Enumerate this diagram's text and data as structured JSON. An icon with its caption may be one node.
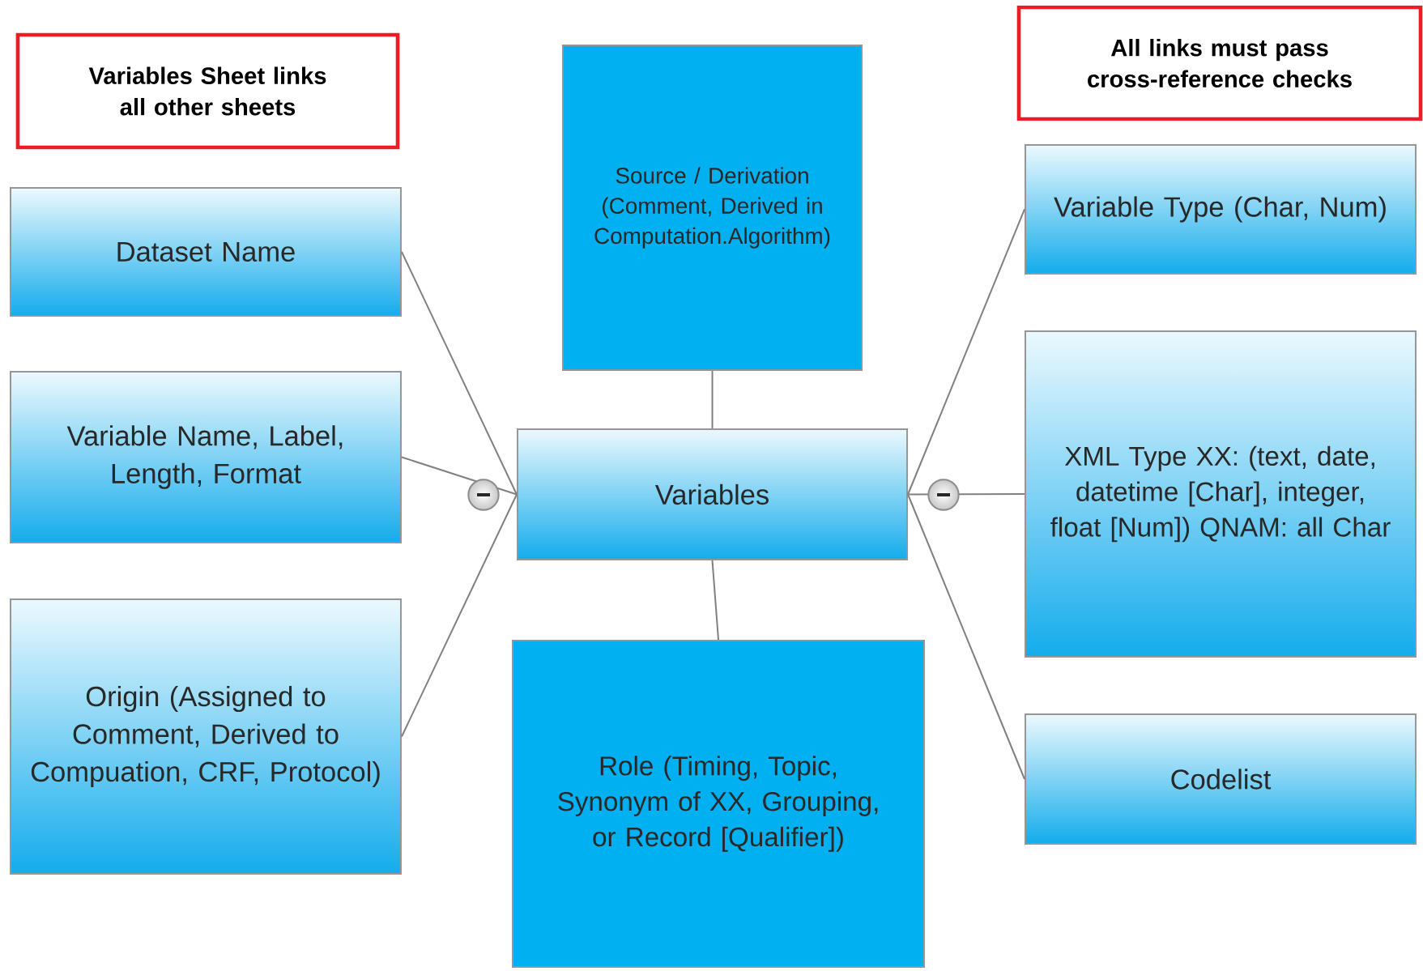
{
  "diagram": {
    "nodes": [
      {
        "text": [
          "Variables Sheet links all other sheets"
        ]
      },
      {
        "text": [
          "All links must pass cross-reference checks"
        ]
      },
      {
        "text": [
          "Source / Derivation (Comment, Derived in Computation.Algorithm)"
        ]
      },
      {
        "text": [
          "Dataset Name"
        ]
      },
      {
        "text": [
          "Variable Name, Label, Length, Format"
        ]
      },
      {
        "text": [
          "Origin (Assigned to Comment, Derived to Compuation, CRF, Protocol)"
        ]
      },
      {
        "text": [
          "Variables"
        ]
      },
      {
        "text": [
          "Role (Timing, Topic, Synonym of XX, Grouping, or Record [Qualifier])"
        ]
      },
      {
        "text": [
          "Variable Type (Char, Num)"
        ]
      },
      {
        "text": [
          "XML Type XX: (text, date, datetime [Char], integer, float [Num]) QNAM: all Char"
        ]
      },
      {
        "text": [
          "Codelist"
        ]
      }
    ],
    "edges": [
      {
        "from": 6,
        "to": 2,
        "arrow": "none"
      },
      {
        "from": 6,
        "to": 3,
        "arrow": "none"
      },
      {
        "from": 6,
        "to": 4,
        "arrow": "none"
      },
      {
        "from": 6,
        "to": 5,
        "arrow": "none"
      },
      {
        "from": 6,
        "to": 7,
        "arrow": "none"
      },
      {
        "from": 6,
        "to": 8,
        "arrow": "none"
      },
      {
        "from": 6,
        "to": 9,
        "arrow": "none"
      },
      {
        "from": 6,
        "to": 10,
        "arrow": "none"
      }
    ]
  }
}
